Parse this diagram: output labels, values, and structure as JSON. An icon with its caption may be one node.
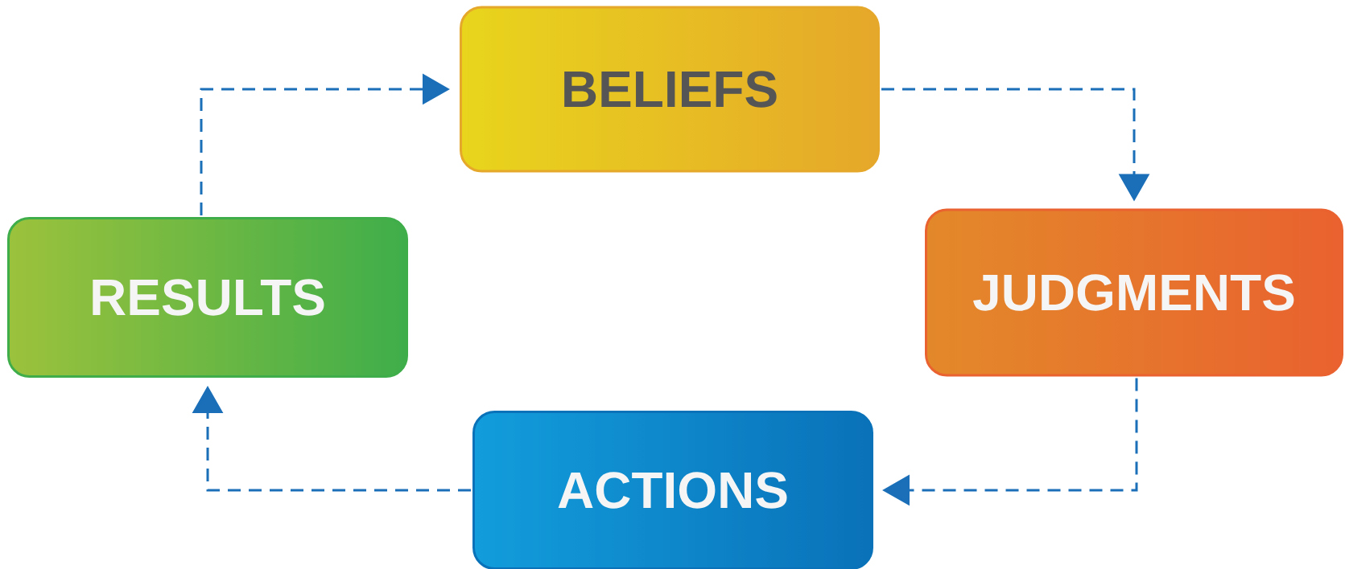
{
  "diagram": {
    "nodes": [
      {
        "text": [
          "BELIEFS"
        ]
      },
      {
        "text": [
          "RESULTS"
        ]
      },
      {
        "text": [
          "JUDGMENTS"
        ]
      },
      {
        "text": [
          "ACTIONS"
        ]
      }
    ],
    "edges": [
      {
        "from": 1,
        "to": 0,
        "arrow": "to",
        "style": "dashed"
      },
      {
        "from": 0,
        "to": 2,
        "arrow": "to",
        "style": "dashed"
      },
      {
        "from": 2,
        "to": 3,
        "arrow": "to",
        "style": "dashed"
      },
      {
        "from": 3,
        "to": 1,
        "arrow": "to",
        "style": "dashed"
      }
    ]
  }
}
